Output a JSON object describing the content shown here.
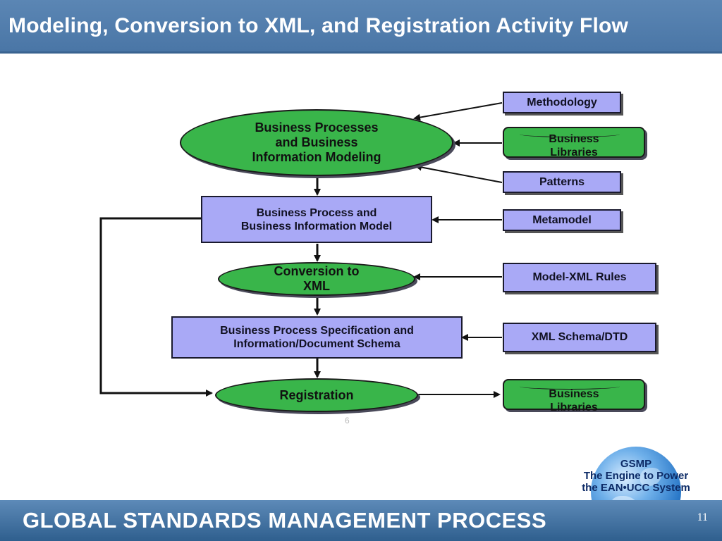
{
  "title": "Modeling, Conversion to XML, and Registration Activity Flow",
  "main_flow": {
    "bp_modeling": [
      "Business Processes",
      "and Business",
      "Information Modeling"
    ],
    "bp_model": [
      "Business Process and",
      "Business Information Model"
    ],
    "conversion": [
      "Conversion to",
      "XML"
    ],
    "spec_schema": [
      "Business Process Specification and",
      "Information/Document Schema"
    ],
    "registration": "Registration"
  },
  "inputs": {
    "methodology": "Methodology",
    "business_libraries_1": [
      "Business",
      "Libraries"
    ],
    "patterns": "Patterns",
    "metamodel": "Metamodel",
    "model_xml_rules": "Model-XML Rules",
    "xml_schema_dtd": "XML Schema/DTD",
    "business_libraries_2": [
      "Business",
      "Libraries"
    ]
  },
  "stray_mark": "6",
  "logo": {
    "line1": "GSMP",
    "line2": "The Engine to Power",
    "line3": "the EAN•UCC System"
  },
  "footer": {
    "label": "GLOBAL STANDARDS MANAGEMENT PROCESS",
    "page_number": "11"
  },
  "colors": {
    "title_bar": "#4a76a6",
    "ellipse_fill": "#39b54a",
    "box_fill": "#a9a9f6"
  }
}
